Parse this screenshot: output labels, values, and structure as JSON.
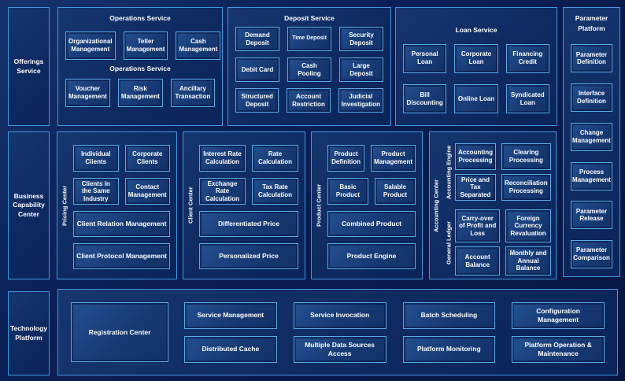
{
  "left_rail": {
    "offerings": "Offerings Service",
    "business": "Business Capability Center",
    "technology": "Technology Platform"
  },
  "operations": {
    "title": "Operations Service",
    "watermark": "Operations Service",
    "items": [
      "Organizational Management",
      "Teller Management",
      "Cash Management",
      "Voucher Management",
      "Risk Management",
      "Ancillary Transaction"
    ]
  },
  "deposit": {
    "title": "Deposit Service",
    "items": [
      "Demand Deposit",
      "Time Deposit",
      "Security Deposit",
      "Debit Card",
      "Cash Pooling",
      "Large Deposit",
      "Structured Deposit",
      "Account Restriction",
      "Judicial Investigation"
    ]
  },
  "loan": {
    "title": "Loan Service",
    "items": [
      "Personal Loan",
      "Corporate Loan",
      "Financing Credit",
      "Bill Discounting",
      "Online Loan",
      "Syndicated Loan"
    ]
  },
  "parameter": {
    "title": "Parameter Platform",
    "items": [
      "Parameter Definition",
      "Interface Definition",
      "Change Management",
      "Process Management",
      "Parameter Release",
      "Parameter Comparison"
    ]
  },
  "pricing_center": {
    "label": "Pricing Center",
    "items": [
      "Individual Clients",
      "Corporate Clients",
      "Clients in the Same Industry",
      "Contact Management",
      "Client Relation Management",
      "Client Protocol Management"
    ]
  },
  "client_center": {
    "label": "Client Center",
    "items": [
      "Interest Rate Calculation",
      "Rate Calculation",
      "Exchange Rate Calculation",
      "Tax Rate Calculation",
      "Differentiated Price",
      "Personalized Price"
    ]
  },
  "product_center": {
    "label": "Product Center",
    "items": [
      "Product Definition",
      "Product Management",
      "Basic Product",
      "Salable Product",
      "Combined Product",
      "Product Engine"
    ]
  },
  "accounting_center": {
    "label": "Accounting Center",
    "engine_label": "Accounting Engine",
    "ledger_label": "General Ledger",
    "engine_items": [
      "Accounting Processing",
      "Clearing Processing",
      "Price and Tax Separated",
      "Reconciliation Processing"
    ],
    "ledger_items": [
      "Carry-over of Profit and Loss",
      "Foreign Currency Revaluation",
      "Account Balance",
      "Monthly and Annual Balance"
    ]
  },
  "technology_platform": {
    "registration": "Registration Center",
    "items": [
      "Service Management",
      "Service Invocation",
      "Batch Scheduling",
      "Configuration Management",
      "Distributed Cache",
      "Multiple Data Sources Access",
      "Platform Monitoring",
      "Platform Operation & Maintenance"
    ]
  },
  "colors": {
    "background": "#081a4a",
    "panel": "#0e2a61",
    "node": "#173a75",
    "border": "#56ace6",
    "text": "#ffffff"
  }
}
